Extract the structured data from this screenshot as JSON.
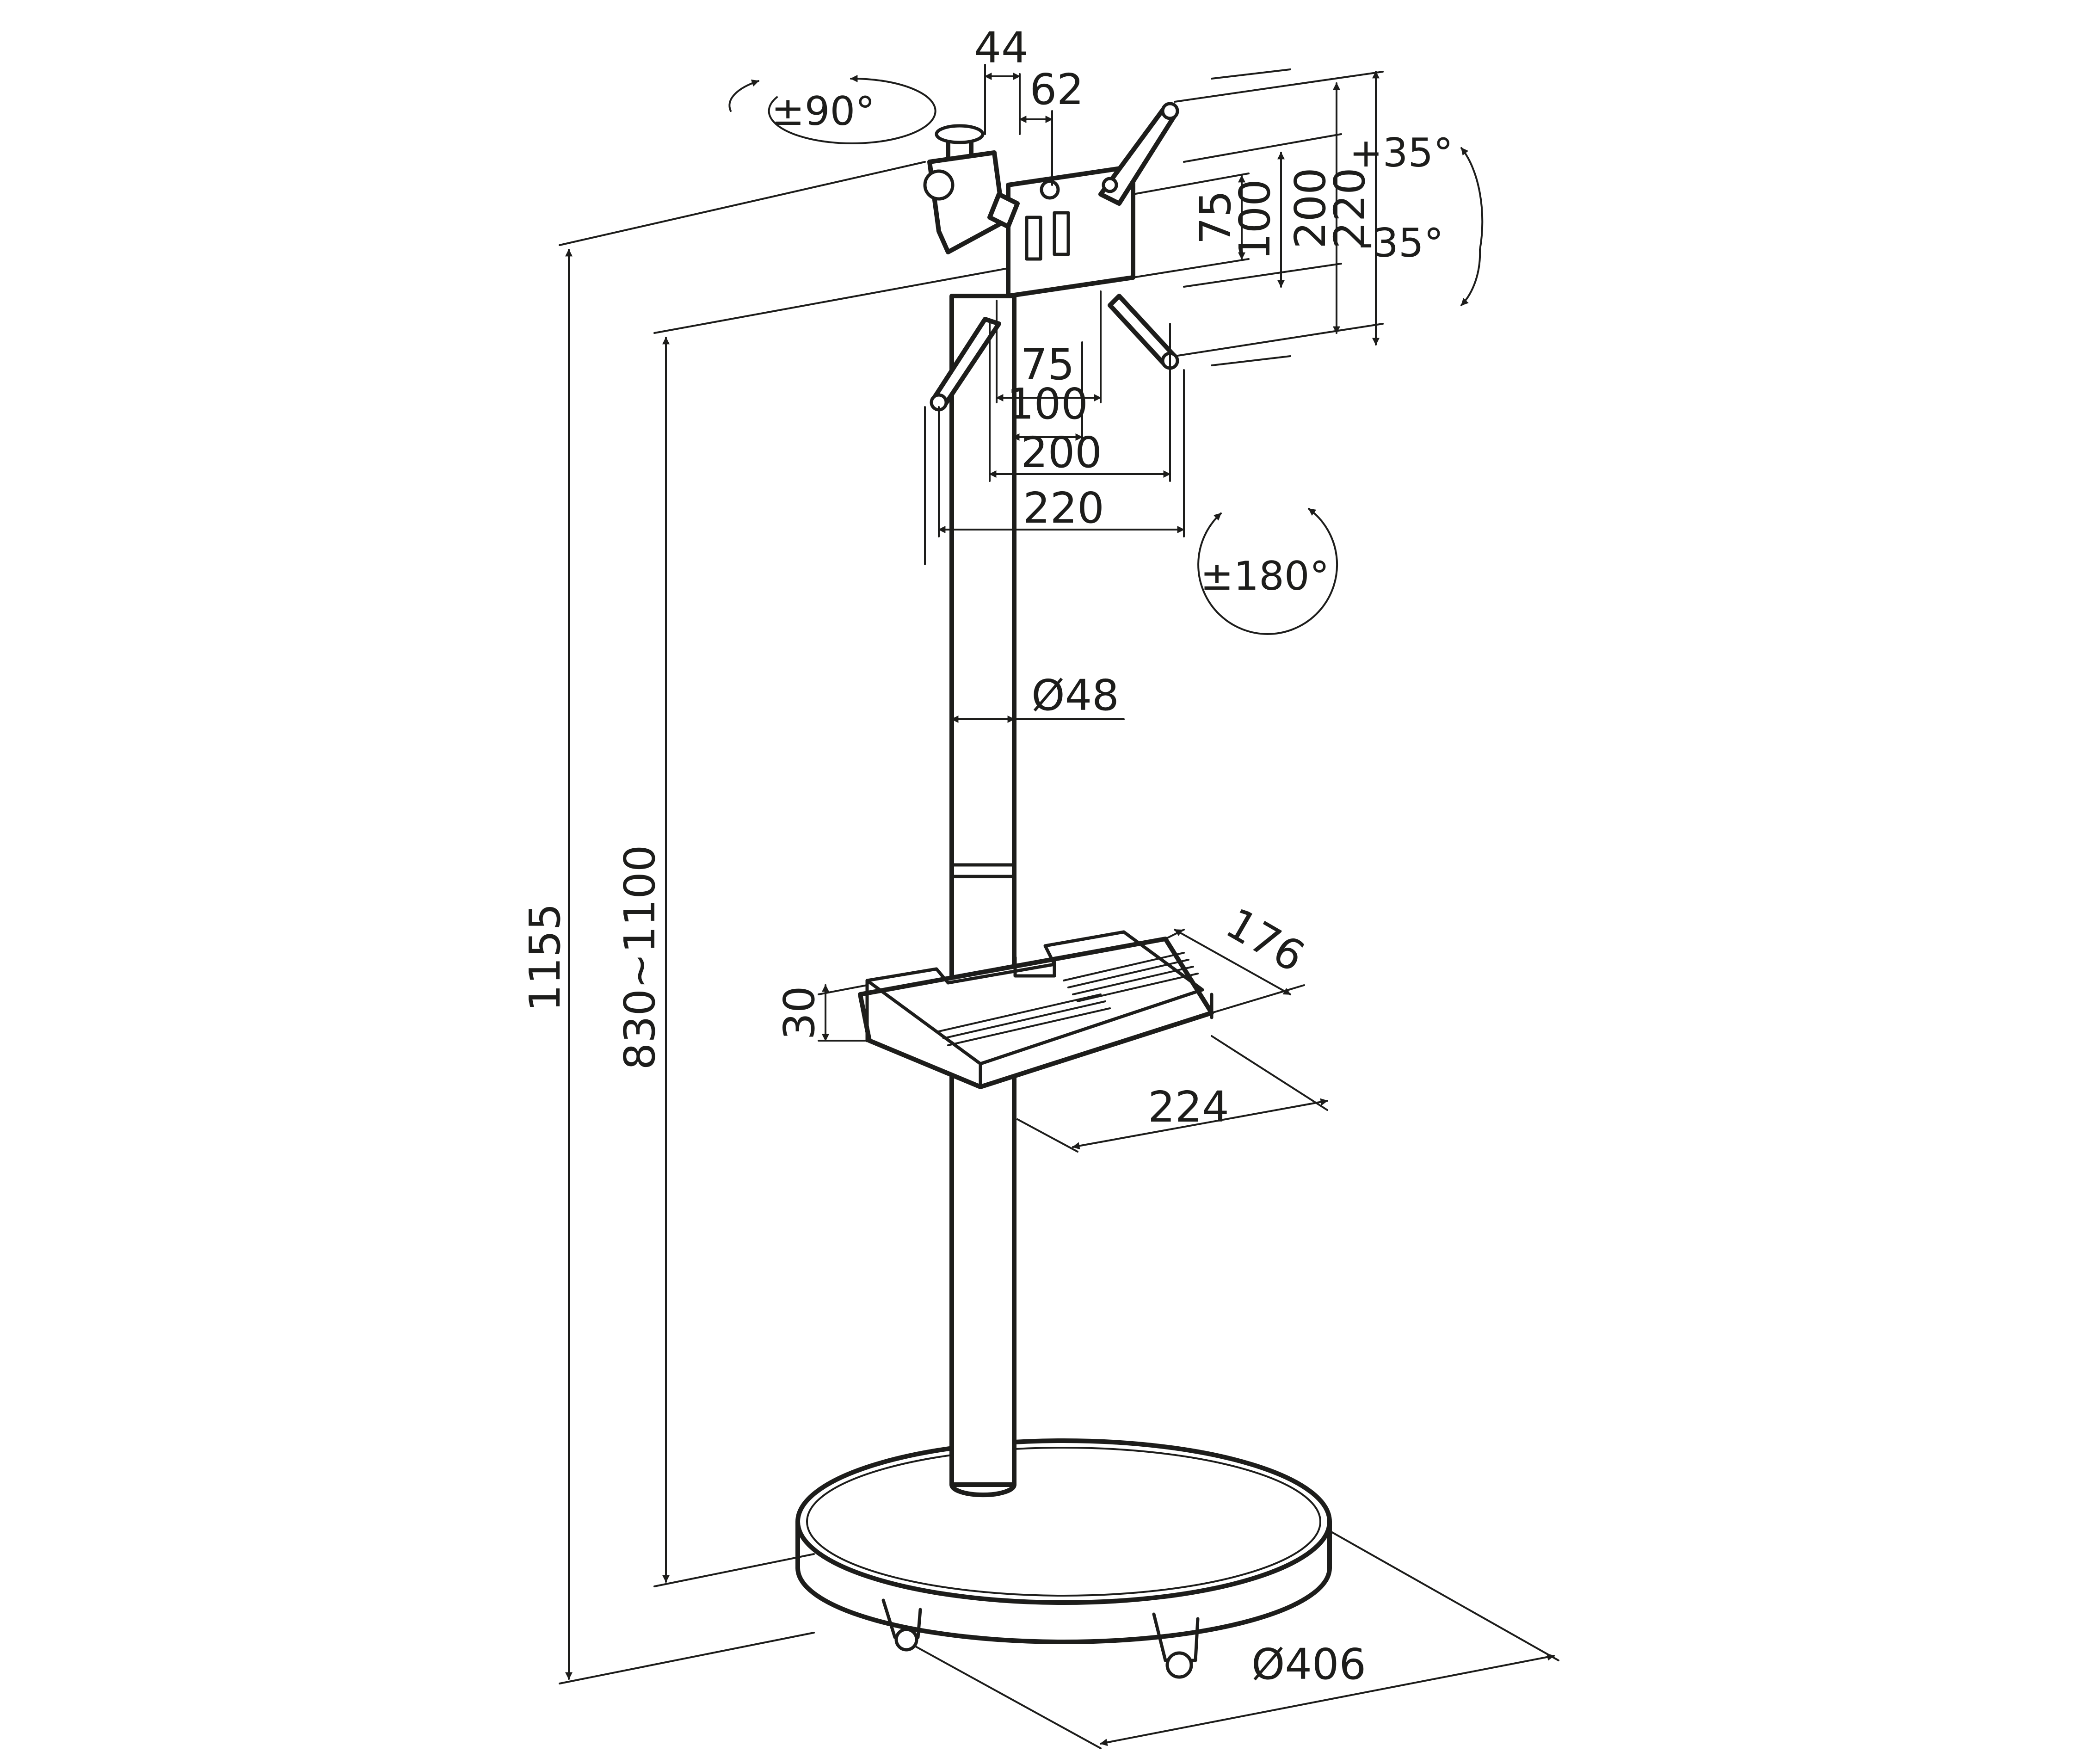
{
  "figure": {
    "type": "technical dimension drawing",
    "line_color": "#1d1d1b",
    "background": "#ffffff"
  },
  "dimensions": {
    "pole_clamp_width": "44",
    "offset": "62",
    "vesa_v_75": "75",
    "vesa_v_100": "100",
    "vesa_v_200": "200",
    "vesa_v_220": "220",
    "vesa_h_75": "75",
    "vesa_h_100": "100",
    "vesa_h_200": "200",
    "vesa_h_220": "220",
    "pole_diameter": "Ø48",
    "total_height": "1155",
    "adjustable_height": "830~1100",
    "shelf_depth": "176",
    "shelf_height": "30",
    "shelf_width": "224",
    "base_diameter": "Ø406"
  },
  "angles": {
    "swivel": "±90°",
    "tilt_up": "+35°",
    "tilt_down": "-35°",
    "rotation": "±180°"
  }
}
